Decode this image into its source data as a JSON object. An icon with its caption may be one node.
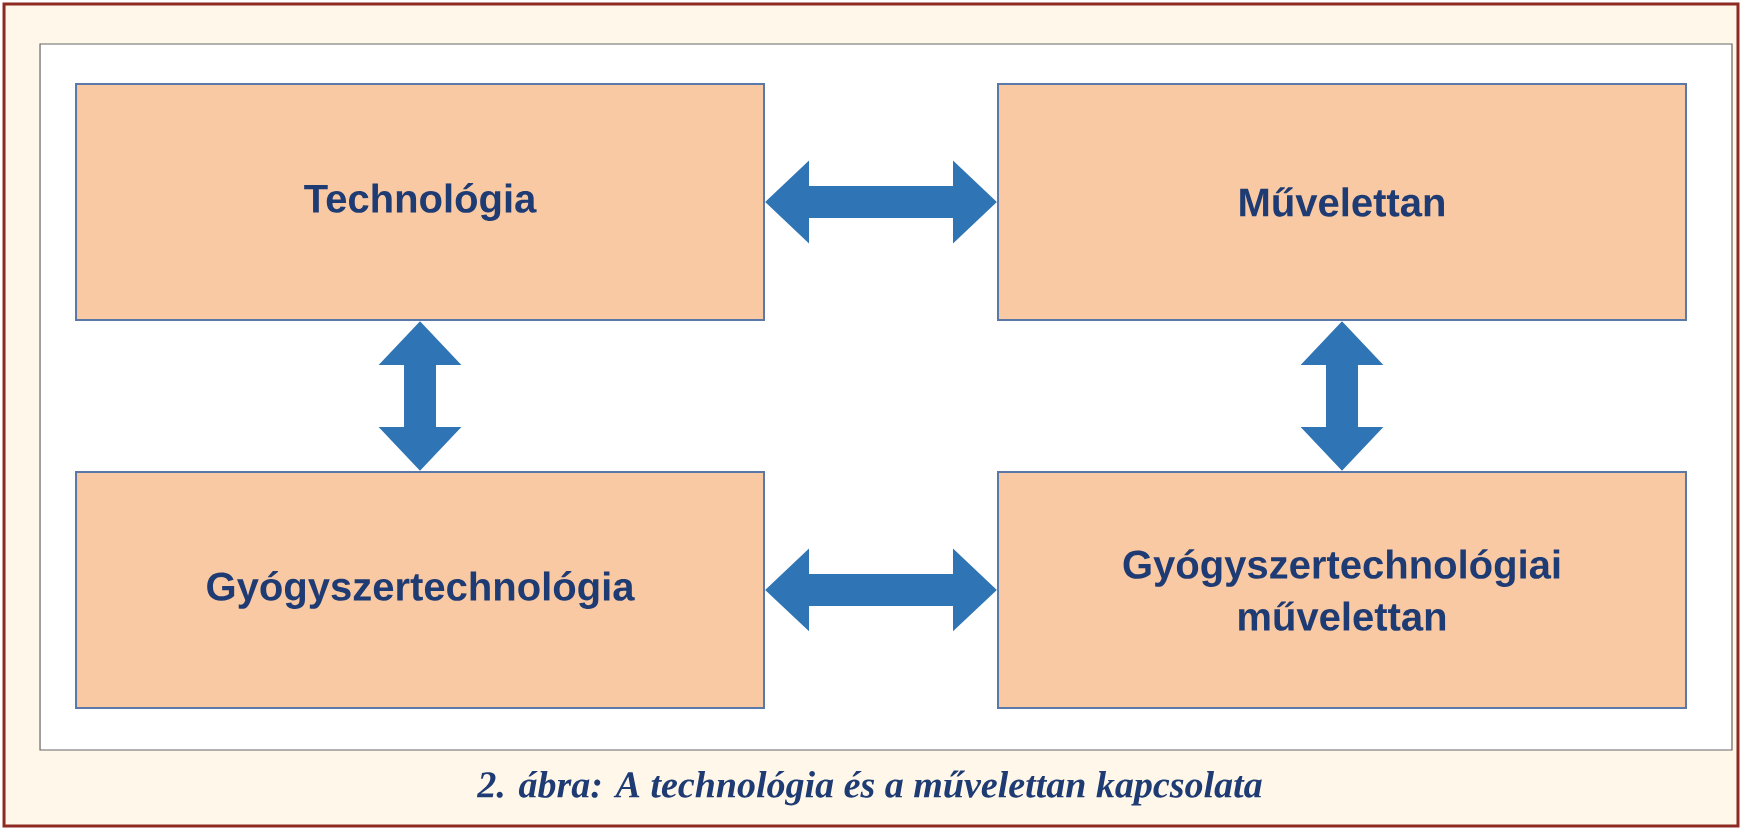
{
  "diagram": {
    "caption": "2. ábra: A technológia és a művelettan kapcsolata",
    "nodes": [
      {
        "text": [
          "Technológia"
        ]
      },
      {
        "text": [
          "Művelettan"
        ]
      },
      {
        "text": [
          "Gyógyszertechnológia"
        ]
      },
      {
        "text": [
          "Gyógyszertechnológiai művelettan"
        ]
      }
    ],
    "edges": [
      {
        "from": 0,
        "to": 1,
        "arrow": "both"
      },
      {
        "from": 0,
        "to": 2,
        "arrow": "both"
      },
      {
        "from": 1,
        "to": 3,
        "arrow": "both"
      },
      {
        "from": 2,
        "to": 3,
        "arrow": "both"
      }
    ]
  }
}
